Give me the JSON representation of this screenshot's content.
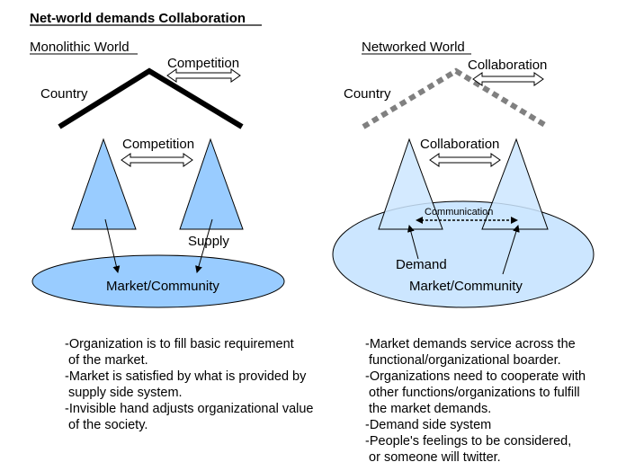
{
  "title": "Net-world demands Collaboration",
  "left": {
    "heading": "Monolithic World",
    "country": "Country",
    "top_arrow_label": "Competition",
    "mid_arrow_label": "Competition",
    "supply": "Supply",
    "market": "Market/Community",
    "notes": [
      "-Organization is to fill basic requirement",
      " of the market.",
      "-Market is satisfied by what is provided by",
      " supply side system.",
      "-Invisible hand adjusts organizational value",
      " of the society."
    ]
  },
  "right": {
    "heading": "Networked World",
    "country": "Country",
    "top_arrow_label": "Collaboration",
    "mid_arrow_label": "Collaboration",
    "communication": "Communication",
    "demand": "Demand",
    "market": "Market/Community",
    "notes": [
      "-Market demands service across the",
      " functional/organizational boarder.",
      "-Organizations need to cooperate with",
      " other functions/organizations to fulfill",
      " the market demands.",
      "-Demand side system",
      "-People's feelings to be considered,",
      " or someone will twitter."
    ]
  },
  "colors": {
    "left_fill": "#99ccff",
    "right_ellipse_fill": "#cce6ff",
    "right_triangle_fill": "#cce6ff",
    "dotted_roof": "#808080"
  }
}
